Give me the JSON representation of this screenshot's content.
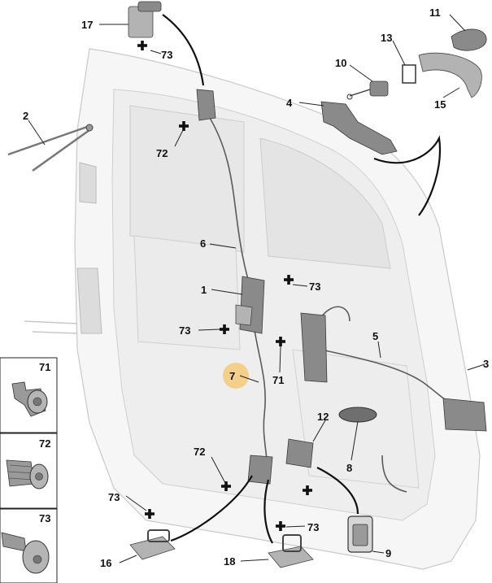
{
  "diagram": {
    "callouts": [
      {
        "id": "c17",
        "label": "17"
      },
      {
        "id": "c73a",
        "label": "73"
      },
      {
        "id": "c2",
        "label": "2"
      },
      {
        "id": "c72a",
        "label": "72"
      },
      {
        "id": "c11",
        "label": "11"
      },
      {
        "id": "c13",
        "label": "13"
      },
      {
        "id": "c10",
        "label": "10"
      },
      {
        "id": "c4",
        "label": "4"
      },
      {
        "id": "c15",
        "label": "15"
      },
      {
        "id": "c6",
        "label": "6"
      },
      {
        "id": "c1",
        "label": "1"
      },
      {
        "id": "c73b",
        "label": "73"
      },
      {
        "id": "c73c",
        "label": "73"
      },
      {
        "id": "c71",
        "label": "71"
      },
      {
        "id": "c5",
        "label": "5"
      },
      {
        "id": "c3",
        "label": "3"
      },
      {
        "id": "c7",
        "label": "7"
      },
      {
        "id": "c12",
        "label": "12"
      },
      {
        "id": "c8",
        "label": "8"
      },
      {
        "id": "c72b",
        "label": "72"
      },
      {
        "id": "c73d",
        "label": "73"
      },
      {
        "id": "c73e",
        "label": "73"
      },
      {
        "id": "c9",
        "label": "9"
      },
      {
        "id": "c16",
        "label": "16"
      },
      {
        "id": "c18",
        "label": "18"
      }
    ],
    "legend": [
      {
        "label": "71"
      },
      {
        "label": "72"
      },
      {
        "label": "73"
      }
    ],
    "highlight_color": "#f5c46a"
  }
}
